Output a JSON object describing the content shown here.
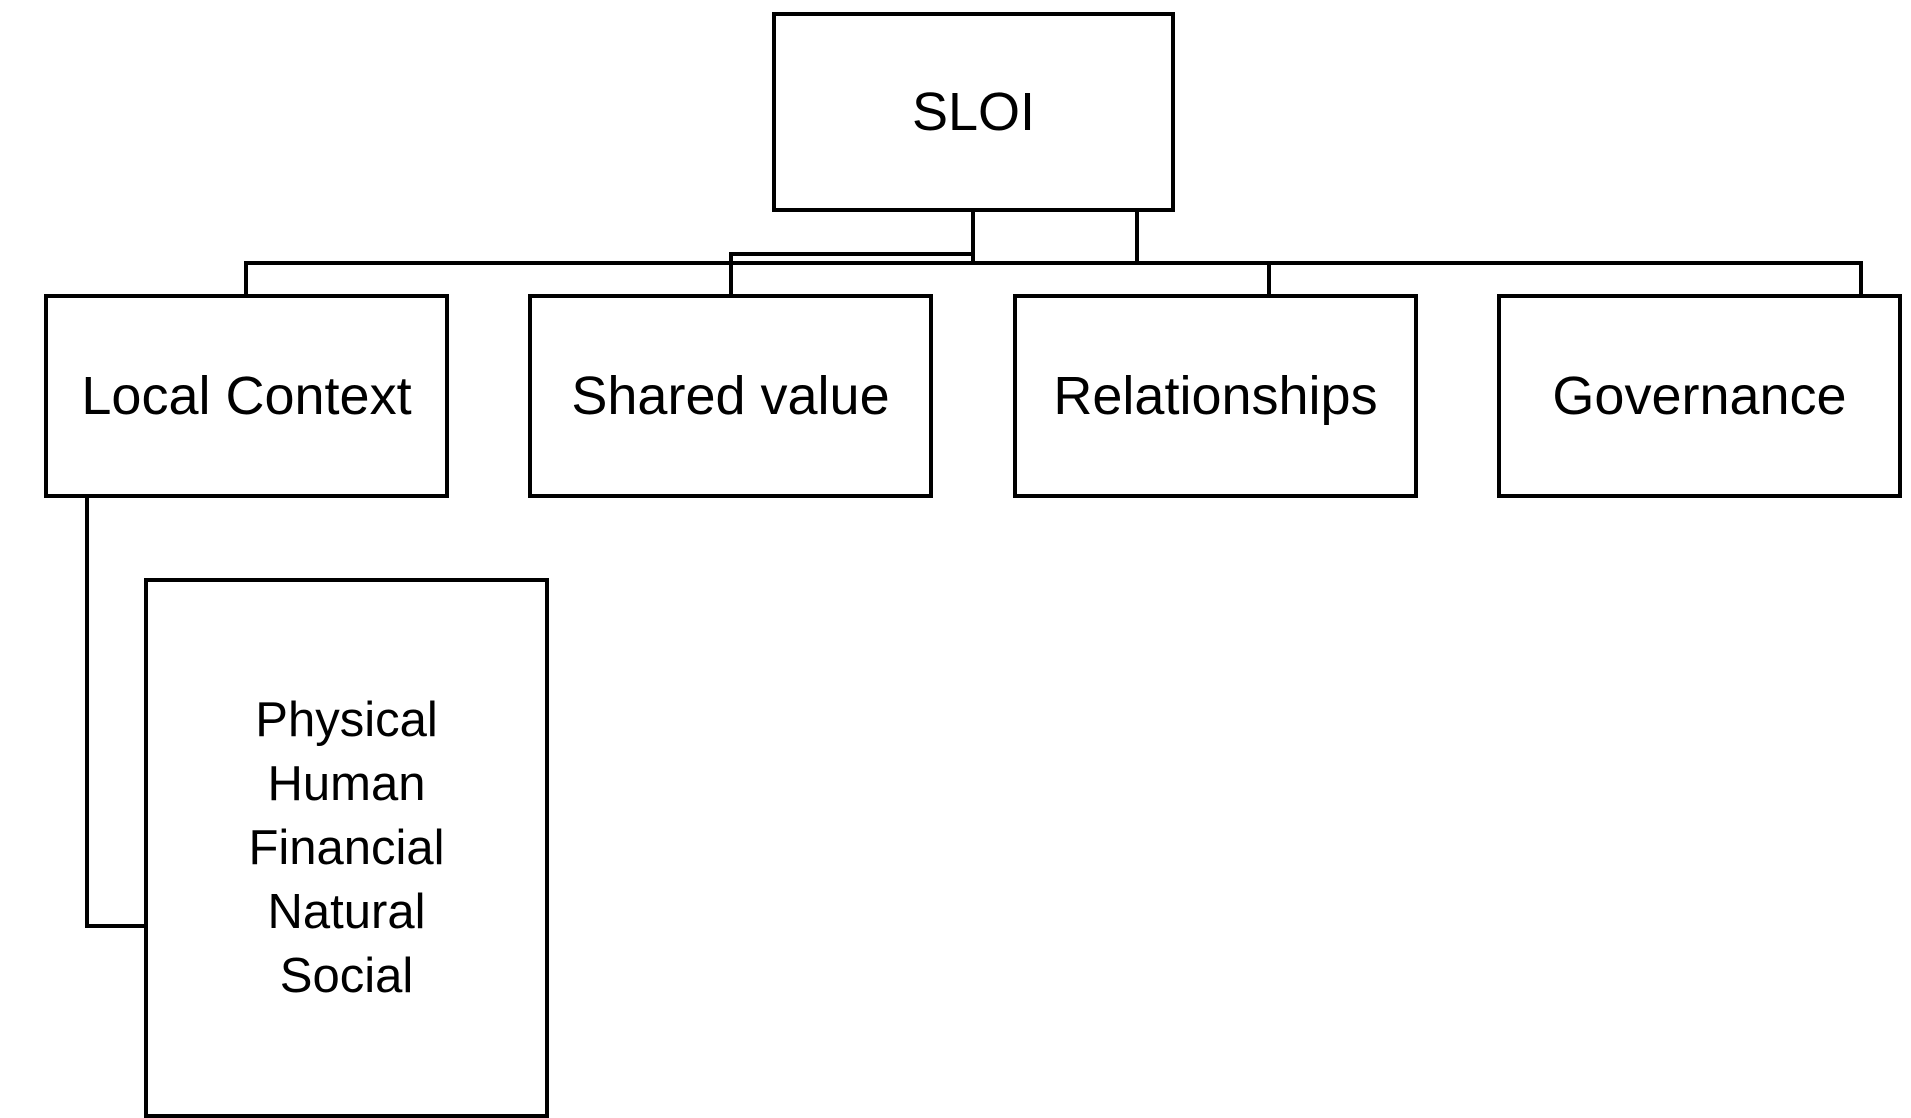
{
  "root": {
    "label": "SLOI"
  },
  "children": [
    {
      "id": "local-context",
      "label": "Local Context"
    },
    {
      "id": "shared-value",
      "label": "Shared value"
    },
    {
      "id": "relationships",
      "label": "Relationships"
    },
    {
      "id": "governance",
      "label": "Governance"
    }
  ],
  "local_context_capitals": {
    "items": [
      "Physical",
      "Human",
      "Financial",
      "Natural",
      "Social"
    ]
  }
}
